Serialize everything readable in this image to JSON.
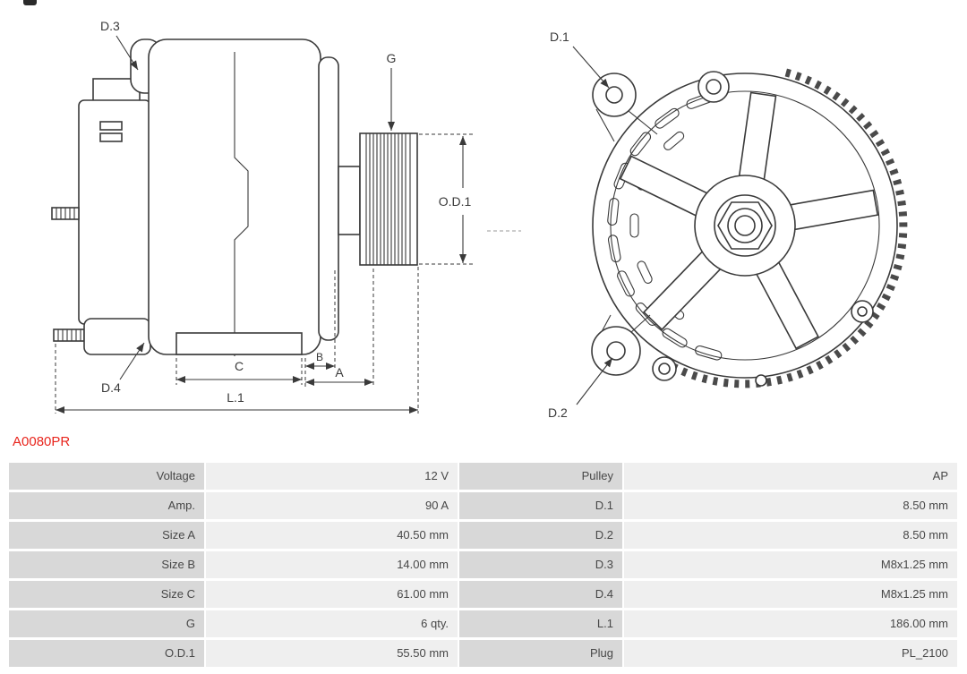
{
  "colors": {
    "accent_red": "#e8251d",
    "table_label_bg": "#d8d8d8",
    "table_value_bg": "#efefef",
    "line_color": "#3a3a3a"
  },
  "part_number": "A0080PR",
  "diagram": {
    "side_view_labels": {
      "d3": "D.3",
      "d4": "D.4",
      "g": "G",
      "od1": "O.D.1",
      "a": "A",
      "b": "B",
      "c": "C",
      "l1": "L.1"
    },
    "rear_view_labels": {
      "d1": "D.1",
      "d2": "D.2"
    }
  },
  "spec_table": {
    "rows": [
      {
        "left_label": "Voltage",
        "left_value": "12 V",
        "right_label": "Pulley",
        "right_value": "AP"
      },
      {
        "left_label": "Amp.",
        "left_value": "90 A",
        "right_label": "D.1",
        "right_value": "8.50 mm"
      },
      {
        "left_label": "Size A",
        "left_value": "40.50 mm",
        "right_label": "D.2",
        "right_value": "8.50 mm"
      },
      {
        "left_label": "Size B",
        "left_value": "14.00 mm",
        "right_label": "D.3",
        "right_value": "M8x1.25 mm"
      },
      {
        "left_label": "Size C",
        "left_value": "61.00 mm",
        "right_label": "D.4",
        "right_value": "M8x1.25 mm"
      },
      {
        "left_label": "G",
        "left_value": "6 qty.",
        "right_label": "L.1",
        "right_value": "186.00 mm"
      },
      {
        "left_label": "O.D.1",
        "left_value": "55.50 mm",
        "right_label": "Plug",
        "right_value": "PL_2100"
      }
    ]
  }
}
